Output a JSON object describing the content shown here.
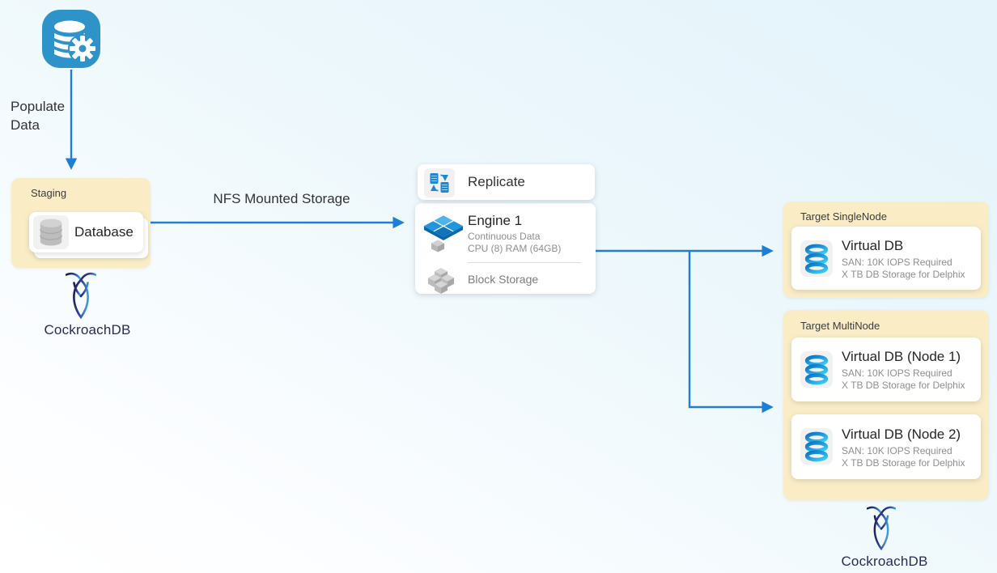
{
  "colors": {
    "arrow_blue": "#1b7ed7",
    "group_fill": "#faedc6",
    "card_white": "#ffffff",
    "source_icon_blue": "#2e93c9",
    "replicate_blue": "#1e88d0",
    "engine_blue": "#2196dd",
    "ring_blue_start": "#0d6fc4",
    "ring_blue_end": "#3cd1f5",
    "logo_navy": "#1b1c44",
    "text_dark": "#2c2c2c",
    "text_gray": "#8f8f8f"
  },
  "flow": {
    "populate_label": "Populate Data",
    "nfs_label": "NFS Mounted Storage"
  },
  "brand": {
    "name": "CockroachDB"
  },
  "staging": {
    "title": "Staging",
    "database_label": "Database"
  },
  "engine": {
    "replicate_label": "Replicate",
    "title": "Engine 1",
    "detail1": "Continuous Data",
    "detail2": "CPU (8) RAM (64GB)",
    "block_storage_label": "Block Storage"
  },
  "targets": {
    "single": {
      "title": "Target SingleNode",
      "cards": [
        {
          "title": "Virtual DB",
          "line1": "SAN: 10K IOPS Required",
          "line2": "X TB DB Storage for Delphix"
        }
      ]
    },
    "multi": {
      "title": "Target MultiNode",
      "cards": [
        {
          "title": "Virtual DB (Node 1)",
          "line1": "SAN: 10K IOPS Required",
          "line2": "X TB DB Storage for Delphix"
        },
        {
          "title": "Virtual DB (Node 2)",
          "line1": "SAN: 10K IOPS Required",
          "line2": "X TB DB Storage for Delphix"
        }
      ]
    }
  },
  "icons": {
    "source": "database-gear-icon",
    "staging_card": "database-cylinder-icon",
    "replicate": "replicate-sync-icon",
    "engine": "engine-platform-icon",
    "block_storage": "block-storage-cubes-icon",
    "virtual_db": "virtual-db-rings-icon",
    "logo": "cockroachdb-logo-mark"
  }
}
